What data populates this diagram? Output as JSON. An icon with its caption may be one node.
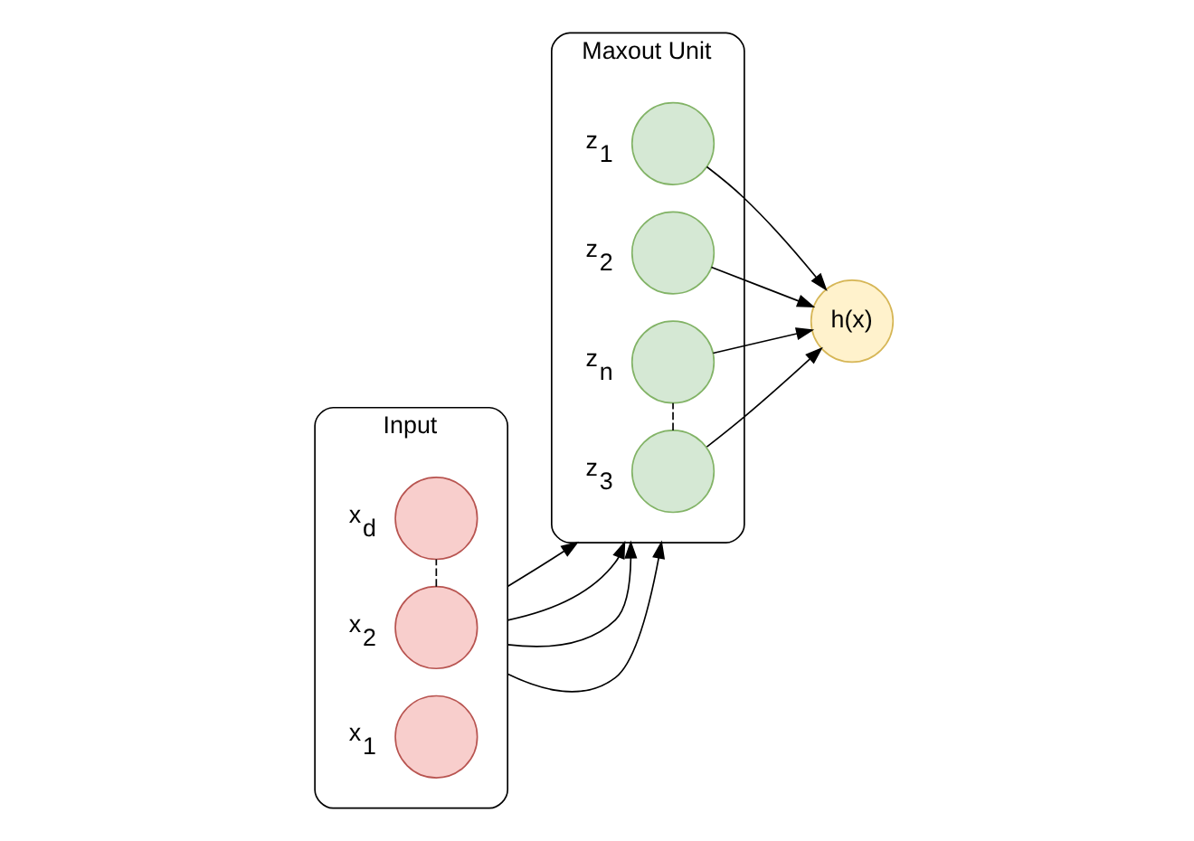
{
  "diagram": {
    "nodes": [
      {
        "text": [
          "Input"
        ]
      },
      {
        "text": [],
        "shape": "circle",
        "in": 0,
        "beside": [
          "x$_{1}$"
        ]
      },
      {
        "text": [],
        "shape": "circle",
        "in": 0,
        "beside": [
          "x$_{2}$"
        ]
      },
      {
        "text": [],
        "shape": "circle",
        "in": 0,
        "beside": [
          "x$_{d}$"
        ]
      },
      {
        "text": [
          "Maxout Unit"
        ]
      },
      {
        "text": [],
        "shape": "circle",
        "in": 4,
        "beside": [
          "z$_{1}$"
        ]
      },
      {
        "text": [],
        "shape": "circle",
        "in": 4,
        "beside": [
          "z$_{2}$"
        ]
      },
      {
        "text": [],
        "shape": "circle",
        "in": 4,
        "beside": [
          "z$_{3}$"
        ]
      },
      {
        "text": [],
        "shape": "circle",
        "in": 4,
        "beside": [
          "z$_{n}$"
        ]
      },
      {
        "text": [
          "h(x)"
        ]
      }
    ],
    "edges": [
      {
        "from": 0,
        "to": 4,
        "arrow": "to"
      },
      {
        "from": 0,
        "to": 4,
        "arrow": "to"
      },
      {
        "from": 0,
        "to": 4,
        "arrow": "to"
      },
      {
        "from": 0,
        "to": 4,
        "arrow": "to"
      },
      {
        "from": 2,
        "to": 3,
        "arrow": "none",
        "style": "dashed"
      },
      {
        "from": 7,
        "to": 8,
        "arrow": "none",
        "style": "dashed"
      },
      {
        "from": 5,
        "to": 9,
        "arrow": "to"
      },
      {
        "from": 6,
        "to": 9,
        "arrow": "to"
      },
      {
        "from": 7,
        "to": 9,
        "arrow": "to"
      },
      {
        "from": 8,
        "to": 9,
        "arrow": "to"
      }
    ]
  }
}
